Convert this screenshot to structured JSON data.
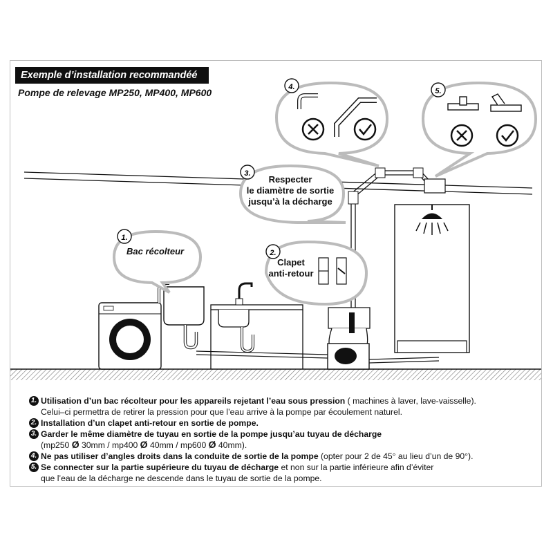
{
  "header": {
    "title": "Exemple d’installation recommandéé",
    "subtitle": "Pompe de relevage MP250, MP400, MP600"
  },
  "callouts": {
    "c1": {
      "num": "1.",
      "text": "Bac récolteur"
    },
    "c2": {
      "num": "2.",
      "line1": "Clapet",
      "line2": "anti-retour"
    },
    "c3": {
      "num": "3.",
      "line1": "Respecter",
      "line2": "le diamètre de sortie",
      "line3": "jusqu’à la décharge"
    },
    "c4": {
      "num": "4."
    },
    "c5": {
      "num": "5."
    }
  },
  "notes": {
    "n1": {
      "num": "1.",
      "bold": "Utilisation d’un bac récolteur pour les appareils rejetant l’eau sous pression",
      "rest": " ( machines à laver, lave-vaisselle).",
      "line2": "Celui–ci permettra de retirer la pression pour que l’eau arrive à la pompe par écoulement naturel."
    },
    "n2": {
      "num": "2.",
      "bold": "Installation d’un clapet anti-retour en sortie de pompe."
    },
    "n3": {
      "num": "3.",
      "bold": "Garder le même diamètre de tuyau en sortie de la pompe jusqu’au tuyau de décharge",
      "p1": "(mp250 ",
      "v1": " 30mm / mp400 ",
      "v2": " 40mm / mp600 ",
      "v3": " 40mm).",
      "diam": "Ø"
    },
    "n4": {
      "num": "4.",
      "bold": "Ne pas utiliser d’angles droits dans la conduite de sortie de la pompe",
      "rest": " (opter pour 2 de 45° au lieu d’un de 90°)."
    },
    "n5": {
      "num": "5.",
      "bold": "Se connecter sur la partie supérieure du tuyau de décharge",
      "rest": " et non sur la partie inférieure afin d’éviter",
      "line2": "que l’eau de la décharge ne descende dans le tuyau de sortie de la pompe."
    }
  }
}
